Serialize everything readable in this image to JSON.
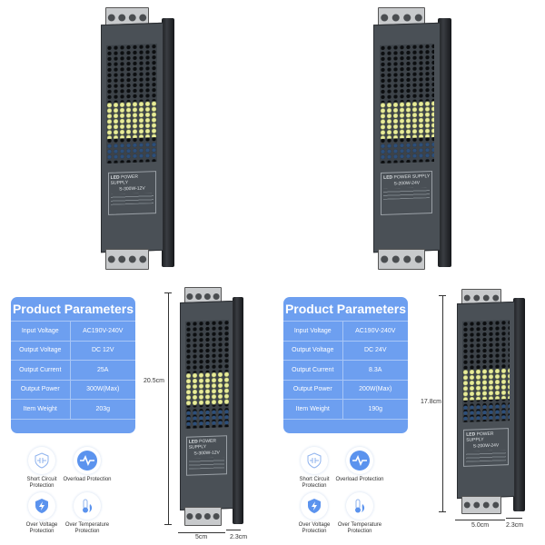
{
  "products": [
    {
      "brand": "LED",
      "brand_sub": "POWER SUPPLY",
      "model": "S-300W-12V"
    },
    {
      "brand": "LED",
      "brand_sub": "POWER SUPPLY",
      "model": "S-200W-24V"
    }
  ],
  "panels": [
    {
      "title": "Product Parameters",
      "rows": [
        {
          "label": "Input Voltage",
          "value": "AC190V-240V"
        },
        {
          "label": "Output Voltage",
          "value": "DC 12V"
        },
        {
          "label": "Output Current",
          "value": "25A"
        },
        {
          "label": "Output Power",
          "value": "300W(Max)"
        },
        {
          "label": "Item Weight",
          "value": "203g"
        }
      ],
      "dimensions": {
        "height": "20.5cm",
        "width": "5cm",
        "depth": "2.3cm"
      }
    },
    {
      "title": "Product Parameters",
      "rows": [
        {
          "label": "Input Voltage",
          "value": "AC190V-240V"
        },
        {
          "label": "Output Voltage",
          "value": "DC 24V"
        },
        {
          "label": "Output Current",
          "value": "8.3A"
        },
        {
          "label": "Output Power",
          "value": "200W(Max)"
        },
        {
          "label": "Item Weight",
          "value": "190g"
        }
      ],
      "dimensions": {
        "height": "17.8cm",
        "width": "5.0cm",
        "depth": "2.3cm"
      }
    }
  ],
  "features": [
    {
      "label": "Short Circuit Protection",
      "icon": "shield-circuit-icon"
    },
    {
      "label": "Overload Protection",
      "icon": "pulse-icon"
    },
    {
      "label": "Over Voltage Protection",
      "icon": "lightning-shield-icon"
    },
    {
      "label": "Over Temperature Protection",
      "icon": "thermometer-icon"
    }
  ],
  "colors": {
    "panel": "#6d9ff0",
    "feature_icon": "#5b93ee"
  }
}
